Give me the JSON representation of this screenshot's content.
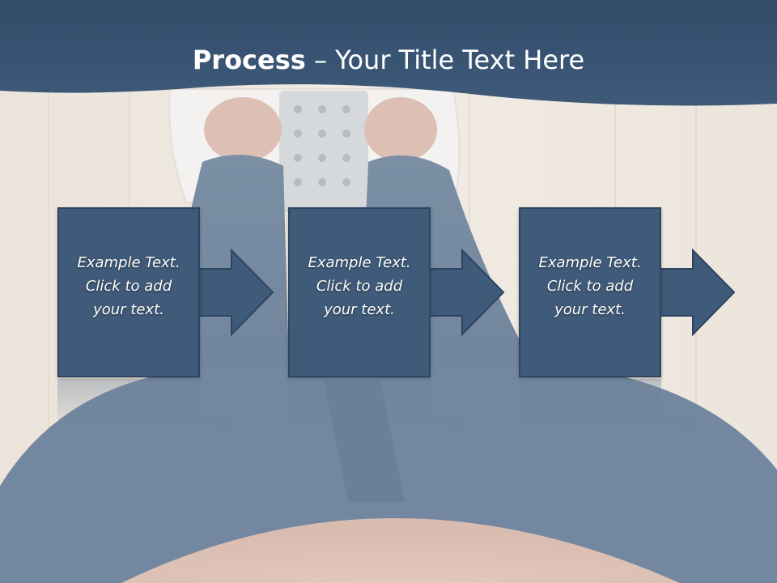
{
  "slide": {
    "title_bold": "Process",
    "title_rest": " – Your Title Text Here"
  },
  "steps": [
    {
      "line1": "Example Text.",
      "line2": "Click  to add",
      "line3": "your text."
    },
    {
      "line1": "Example Text.",
      "line2": "Click  to add",
      "line3": "your text."
    },
    {
      "line1": "Example Text.",
      "line2": "Click  to add",
      "line3": "your text."
    }
  ],
  "colors": {
    "header": "#3a5573",
    "block": "#3f5b79",
    "block_border": "#2d4560",
    "text": "#ffffff"
  },
  "icons": {
    "arrow": "right-arrow-icon"
  }
}
